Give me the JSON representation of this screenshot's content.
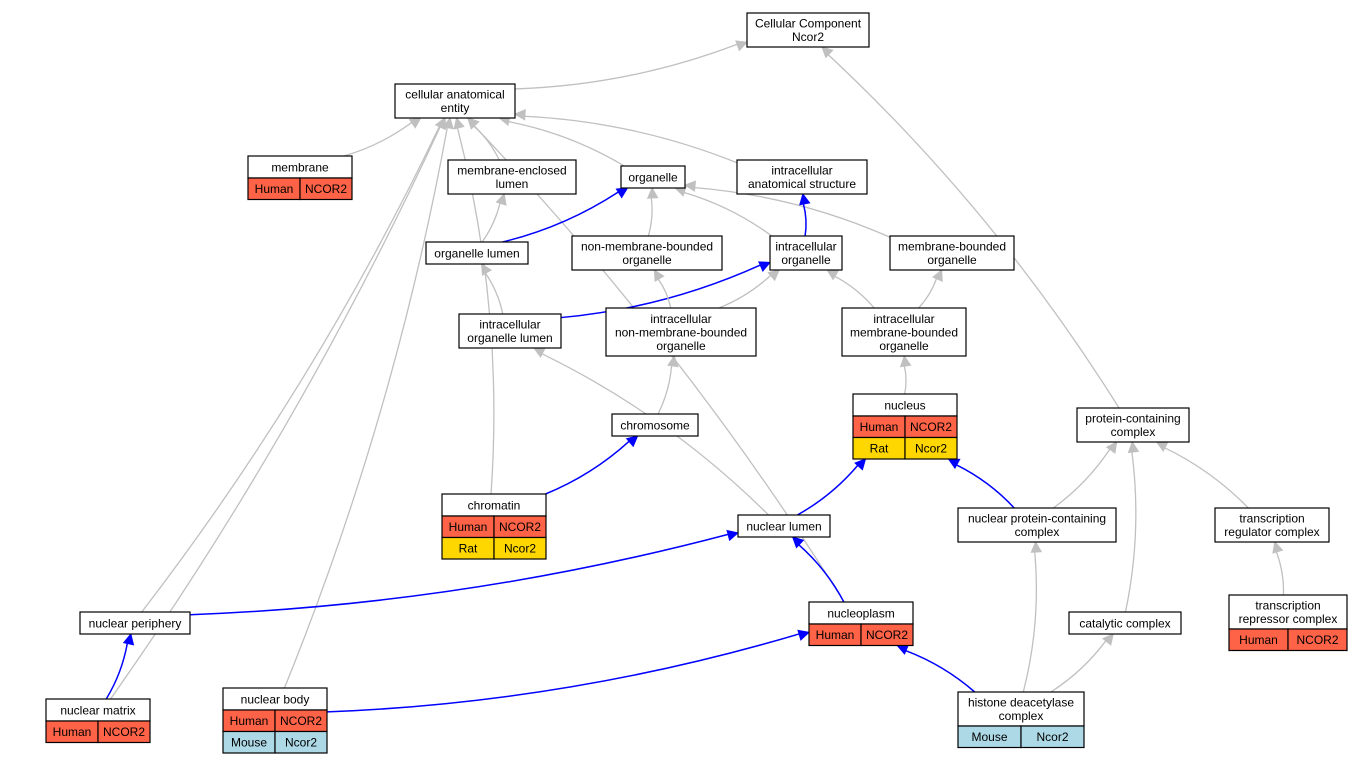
{
  "colors": {
    "human": "#ff6347",
    "rat": "#ffd700",
    "mouse": "#add8e6",
    "edge_is_a": "#c0c0c0",
    "edge_part_of": "#0000ff"
  },
  "nodes": {
    "cc_root": {
      "lines": [
        "Cellular Component",
        "Ncor2"
      ]
    },
    "cellular_anatomical_entity": {
      "lines": [
        "cellular anatomical",
        "entity"
      ]
    },
    "membrane": {
      "lines": [
        "membrane"
      ],
      "annotations": [
        [
          "Human",
          "NCOR2"
        ]
      ]
    },
    "membrane_enclosed_lumen": {
      "lines": [
        "membrane-enclosed",
        "lumen"
      ]
    },
    "organelle": {
      "lines": [
        "organelle"
      ]
    },
    "intracellular_anatomical_structure": {
      "lines": [
        "intracellular",
        "anatomical structure"
      ]
    },
    "organelle_lumen": {
      "lines": [
        "organelle lumen"
      ]
    },
    "non_membrane_bounded_organelle": {
      "lines": [
        "non-membrane-bounded",
        "organelle"
      ]
    },
    "intracellular_organelle": {
      "lines": [
        "intracellular",
        "organelle"
      ]
    },
    "membrane_bounded_organelle": {
      "lines": [
        "membrane-bounded",
        "organelle"
      ]
    },
    "intracellular_organelle_lumen": {
      "lines": [
        "intracellular",
        "organelle lumen"
      ]
    },
    "intracellular_non_membrane_bounded_organelle": {
      "lines": [
        "intracellular",
        "non-membrane-bounded",
        "organelle"
      ]
    },
    "intracellular_membrane_bounded_organelle": {
      "lines": [
        "intracellular",
        "membrane-bounded",
        "organelle"
      ]
    },
    "nucleus": {
      "lines": [
        "nucleus"
      ],
      "annotations": [
        [
          "Human",
          "NCOR2"
        ],
        [
          "Rat",
          "Ncor2"
        ]
      ]
    },
    "protein_containing_complex": {
      "lines": [
        "protein-containing",
        "complex"
      ]
    },
    "chromosome": {
      "lines": [
        "chromosome"
      ]
    },
    "chromatin": {
      "lines": [
        "chromatin"
      ],
      "annotations": [
        [
          "Human",
          "NCOR2"
        ],
        [
          "Rat",
          "Ncor2"
        ]
      ]
    },
    "nuclear_lumen": {
      "lines": [
        "nuclear lumen"
      ]
    },
    "nuclear_protein_containing_complex": {
      "lines": [
        "nuclear protein-containing",
        "complex"
      ]
    },
    "transcription_regulator_complex": {
      "lines": [
        "transcription",
        "regulator complex"
      ]
    },
    "nuclear_periphery": {
      "lines": [
        "nuclear periphery"
      ]
    },
    "nucleoplasm": {
      "lines": [
        "nucleoplasm"
      ],
      "annotations": [
        [
          "Human",
          "NCOR2"
        ]
      ]
    },
    "catalytic_complex": {
      "lines": [
        "catalytic complex"
      ]
    },
    "transcription_repressor_complex": {
      "lines": [
        "transcription",
        "repressor complex"
      ],
      "annotations": [
        [
          "Human",
          "NCOR2"
        ]
      ]
    },
    "nuclear_matrix": {
      "lines": [
        "nuclear matrix"
      ],
      "annotations": [
        [
          "Human",
          "NCOR2"
        ]
      ]
    },
    "nuclear_body": {
      "lines": [
        "nuclear body"
      ],
      "annotations": [
        [
          "Human",
          "NCOR2"
        ],
        [
          "Mouse",
          "Ncor2"
        ]
      ]
    },
    "histone_deacetylase_complex": {
      "lines": [
        "histone deacetylase",
        "complex"
      ],
      "annotations": [
        [
          "Mouse",
          "Ncor2"
        ]
      ]
    }
  },
  "edges": [
    {
      "from": "cellular_anatomical_entity",
      "to": "cc_root",
      "type": "is_a"
    },
    {
      "from": "protein_containing_complex",
      "to": "cc_root",
      "type": "is_a"
    },
    {
      "from": "membrane",
      "to": "cellular_anatomical_entity",
      "type": "is_a"
    },
    {
      "from": "membrane_enclosed_lumen",
      "to": "cellular_anatomical_entity",
      "type": "is_a"
    },
    {
      "from": "organelle",
      "to": "cellular_anatomical_entity",
      "type": "is_a"
    },
    {
      "from": "intracellular_anatomical_structure",
      "to": "cellular_anatomical_entity",
      "type": "is_a"
    },
    {
      "from": "chromatin",
      "to": "cellular_anatomical_entity",
      "type": "is_a"
    },
    {
      "from": "nuclear_periphery",
      "to": "cellular_anatomical_entity",
      "type": "is_a"
    },
    {
      "from": "nuclear_matrix",
      "to": "cellular_anatomical_entity",
      "type": "is_a"
    },
    {
      "from": "nuclear_body",
      "to": "cellular_anatomical_entity",
      "type": "is_a"
    },
    {
      "from": "nucleoplasm",
      "to": "cellular_anatomical_entity",
      "type": "is_a"
    },
    {
      "from": "organelle_lumen",
      "to": "membrane_enclosed_lumen",
      "type": "is_a"
    },
    {
      "from": "organelle_lumen",
      "to": "organelle",
      "type": "part_of"
    },
    {
      "from": "non_membrane_bounded_organelle",
      "to": "organelle",
      "type": "is_a"
    },
    {
      "from": "intracellular_organelle",
      "to": "organelle",
      "type": "is_a"
    },
    {
      "from": "membrane_bounded_organelle",
      "to": "organelle",
      "type": "is_a"
    },
    {
      "from": "intracellular_organelle",
      "to": "intracellular_anatomical_structure",
      "type": "part_of"
    },
    {
      "from": "intracellular_organelle_lumen",
      "to": "organelle_lumen",
      "type": "is_a"
    },
    {
      "from": "intracellular_organelle_lumen",
      "to": "intracellular_organelle",
      "type": "part_of"
    },
    {
      "from": "intracellular_non_membrane_bounded_organelle",
      "to": "non_membrane_bounded_organelle",
      "type": "is_a"
    },
    {
      "from": "intracellular_non_membrane_bounded_organelle",
      "to": "intracellular_organelle",
      "type": "is_a"
    },
    {
      "from": "intracellular_membrane_bounded_organelle",
      "to": "intracellular_organelle",
      "type": "is_a"
    },
    {
      "from": "intracellular_membrane_bounded_organelle",
      "to": "membrane_bounded_organelle",
      "type": "is_a"
    },
    {
      "from": "nucleus",
      "to": "intracellular_membrane_bounded_organelle",
      "type": "is_a"
    },
    {
      "from": "chromosome",
      "to": "intracellular_non_membrane_bounded_organelle",
      "type": "is_a"
    },
    {
      "from": "chromatin",
      "to": "chromosome",
      "type": "part_of"
    },
    {
      "from": "nuclear_lumen",
      "to": "intracellular_organelle_lumen",
      "type": "is_a"
    },
    {
      "from": "nuclear_lumen",
      "to": "nucleus",
      "type": "part_of"
    },
    {
      "from": "nuclear_protein_containing_complex",
      "to": "nucleus",
      "type": "part_of"
    },
    {
      "from": "nuclear_protein_containing_complex",
      "to": "protein_containing_complex",
      "type": "is_a"
    },
    {
      "from": "transcription_regulator_complex",
      "to": "protein_containing_complex",
      "type": "is_a"
    },
    {
      "from": "catalytic_complex",
      "to": "protein_containing_complex",
      "type": "is_a"
    },
    {
      "from": "nuclear_periphery",
      "to": "nuclear_lumen",
      "type": "part_of"
    },
    {
      "from": "nucleoplasm",
      "to": "nuclear_lumen",
      "type": "part_of"
    },
    {
      "from": "nuclear_matrix",
      "to": "nuclear_periphery",
      "type": "part_of"
    },
    {
      "from": "nuclear_body",
      "to": "nucleoplasm",
      "type": "part_of"
    },
    {
      "from": "histone_deacetylase_complex",
      "to": "nucleoplasm",
      "type": "part_of"
    },
    {
      "from": "histone_deacetylase_complex",
      "to": "nuclear_protein_containing_complex",
      "type": "is_a"
    },
    {
      "from": "histone_deacetylase_complex",
      "to": "catalytic_complex",
      "type": "is_a"
    },
    {
      "from": "transcription_repressor_complex",
      "to": "transcription_regulator_complex",
      "type": "is_a"
    }
  ]
}
